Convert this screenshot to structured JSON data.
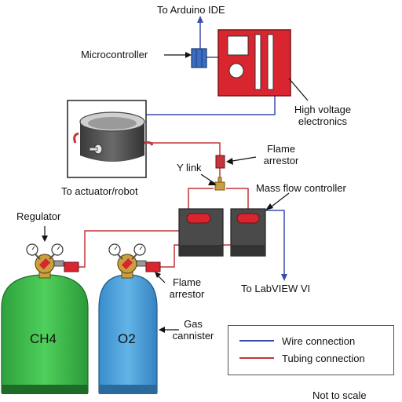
{
  "labels": {
    "arduino": "To Arduino IDE",
    "microcontroller": "Microcontroller",
    "hv_line1": "High voltage",
    "hv_line2": "electronics",
    "actuator": "To actuator/robot",
    "flame_arrestor_top_1": "Flame",
    "flame_arrestor_top_2": "arrestor",
    "y_link": "Y link",
    "mfc": "Mass flow controller",
    "regulator": "Regulator",
    "flame_arrestor_bottom_1": "Flame",
    "flame_arrestor_bottom_2": "arrestor",
    "labview": "To LabVIEW VI",
    "gas_1": "Gas",
    "gas_2": "cannister",
    "tank_ch4": "CH4",
    "tank_o2": "O2",
    "not_to_scale": "Not to scale"
  },
  "legend": {
    "wire": {
      "label": "Wire connection",
      "color": "#3a4fa8"
    },
    "tubing": {
      "label": "Tubing connection",
      "color": "#c4343c"
    }
  },
  "colors": {
    "wire": "#3a4fa8",
    "tubing": "#c4343c",
    "hv_box": "#d8252f",
    "microcontroller": "#3a6fc0",
    "tank_ch4": "#3fbf4f",
    "tank_o2": "#4a9fd8",
    "regulator": "#c9a040",
    "mfc_body": "#4a4a4a"
  }
}
